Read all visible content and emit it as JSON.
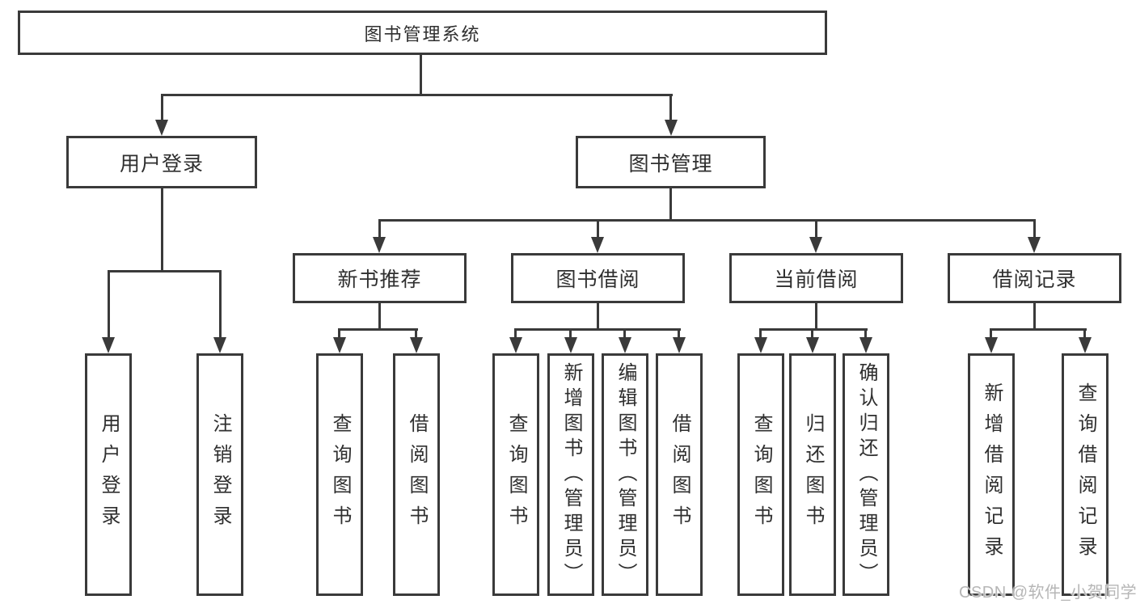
{
  "diagram": {
    "root": "图书管理系统",
    "level2": [
      {
        "label": "用户登录",
        "children": [
          "用户登录",
          "注销登录"
        ]
      },
      {
        "label": "图书管理",
        "sections": [
          {
            "label": "新书推荐",
            "children": [
              "查询图书",
              "借阅图书"
            ]
          },
          {
            "label": "图书借阅",
            "children": [
              "查询图书",
              "新增图书（管理员）",
              "编辑图书（管理员）",
              "借阅图书"
            ]
          },
          {
            "label": "当前借阅",
            "children": [
              "查询图书",
              "归还图书",
              "确认归还（管理员）"
            ]
          },
          {
            "label": "借阅记录",
            "children": [
              "新增借阅记录",
              "查询借阅记录"
            ]
          }
        ]
      }
    ],
    "colors": {
      "line": "#3a3a3a",
      "text": "#2f2f2f",
      "background": "#ffffff",
      "watermark_text": "#b6b6b6"
    }
  },
  "watermark": {
    "text": "CSDN @软件_小贺同学"
  }
}
